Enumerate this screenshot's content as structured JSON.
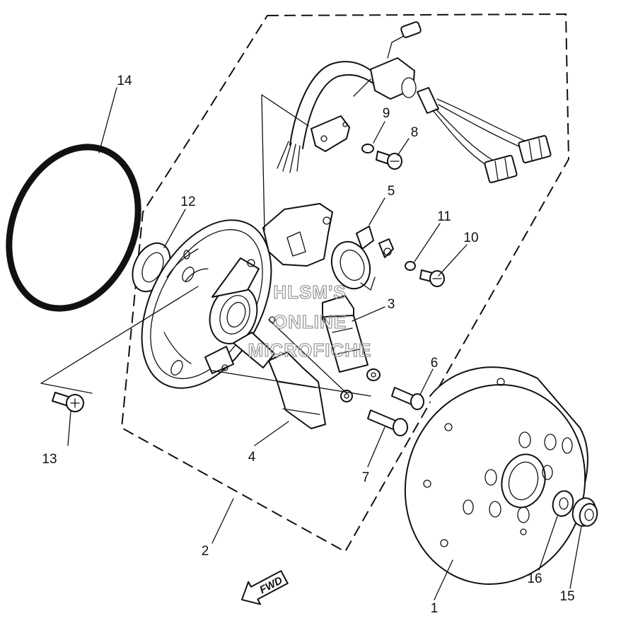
{
  "diagram": {
    "callouts": [
      {
        "id": "1",
        "text": "1"
      },
      {
        "id": "2",
        "text": "2"
      },
      {
        "id": "3",
        "text": "3"
      },
      {
        "id": "4",
        "text": "4"
      },
      {
        "id": "5",
        "text": "5"
      },
      {
        "id": "6",
        "text": "6"
      },
      {
        "id": "7",
        "text": "7"
      },
      {
        "id": "8",
        "text": "8"
      },
      {
        "id": "9",
        "text": "9"
      },
      {
        "id": "10",
        "text": "10"
      },
      {
        "id": "11",
        "text": "11"
      },
      {
        "id": "12",
        "text": "12"
      },
      {
        "id": "13",
        "text": "13"
      },
      {
        "id": "14",
        "text": "14"
      },
      {
        "id": "15",
        "text": "15"
      },
      {
        "id": "16",
        "text": "16"
      }
    ],
    "fwd_label": "FWD",
    "watermark": [
      "HLSM'S",
      "ONLINE",
      "MICROFICHE"
    ]
  }
}
